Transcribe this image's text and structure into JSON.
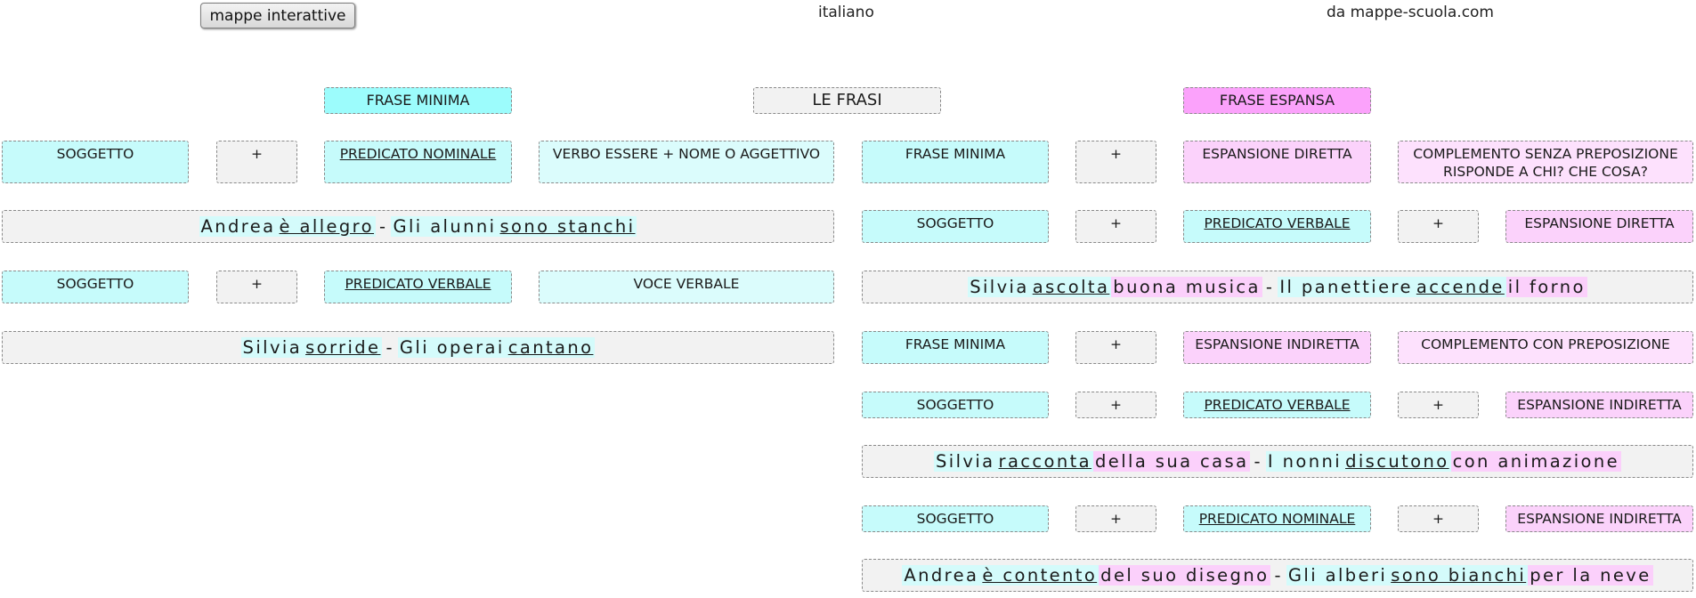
{
  "header": {
    "button_label": "mappe interattive",
    "subject": "italiano",
    "source": "da mappe-scuola.com"
  },
  "titles": {
    "frase_minima": "FRASE MINIMA",
    "le_frasi": "LE FRASI",
    "frase_espansa": "FRASE ESPANSA"
  },
  "left": {
    "row1": {
      "soggetto": "SOGGETTO",
      "plus": "+",
      "predicato": "PREDICATO NOMINALE",
      "desc": "VERBO ESSERE + NOME O AGGETTIVO"
    },
    "sentence1": {
      "w1": "Andrea",
      "w2": "è allegro",
      "w3": "-",
      "w4": "Gli alunni",
      "w5": "sono stanchi"
    },
    "row2": {
      "soggetto": "SOGGETTO",
      "plus": "+",
      "predicato": "PREDICATO VERBALE",
      "desc": "VOCE VERBALE"
    },
    "sentence2": {
      "w1": "Silvia",
      "w2": "sorride",
      "w3": "-",
      "w4": "Gli operai",
      "w5": "cantano"
    }
  },
  "right": {
    "row1": {
      "a": "FRASE MINIMA",
      "plus": "+",
      "b": "ESPANSIONE DIRETTA",
      "desc": "COMPLEMENTO SENZA PREPOSIZIONE RISPONDE A CHI? CHE COSA?"
    },
    "row2": {
      "a": "SOGGETTO",
      "plus1": "+",
      "b": "PREDICATO VERBALE",
      "plus2": "+",
      "c": "ESPANSIONE DIRETTA"
    },
    "sentence1": {
      "w1": "Silvia",
      "w2": "ascolta",
      "w3": "buona musica",
      "w4": "-",
      "w5": "Il panettiere",
      "w6": "accende",
      "w7": "il forno"
    },
    "row3": {
      "a": "FRASE MINIMA",
      "plus": "+",
      "b": "ESPANSIONE INDIRETTA",
      "desc": "COMPLEMENTO CON PREPOSIZIONE"
    },
    "row4": {
      "a": "SOGGETTO",
      "plus1": "+",
      "b": "PREDICATO VERBALE",
      "plus2": "+",
      "c": "ESPANSIONE INDIRETTA"
    },
    "sentence2": {
      "w1": "Silvia",
      "w2": "racconta",
      "w3": "della sua casa",
      "w4": "-",
      "w5": "I nonni",
      "w6": "discutono",
      "w7": "con animazione"
    },
    "row5": {
      "a": "SOGGETTO",
      "plus1": "+",
      "b": "PREDICATO NOMINALE",
      "plus2": "+",
      "c": "ESPANSIONE INDIRETTA"
    },
    "sentence3": {
      "w1": "Andrea",
      "w2": "è contento",
      "w3": "del suo disegno",
      "w4": "-",
      "w5": "Gli alberi",
      "w6": "sono bianchi",
      "w7": "per la neve"
    }
  }
}
